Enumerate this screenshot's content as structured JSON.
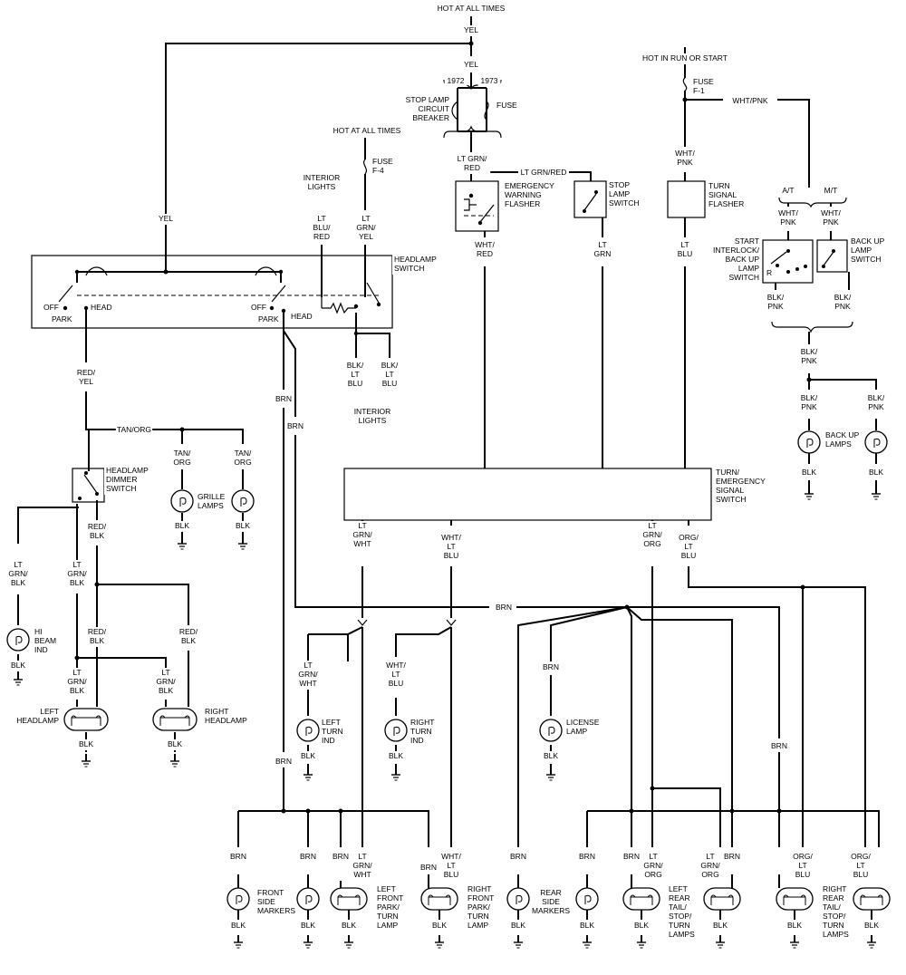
{
  "supply": {
    "hot_at_all_times": "HOT AT ALL TIMES",
    "hot_at_all_times_2": "HOT AT ALL TIMES",
    "hot_in_run_or_start": "HOT IN RUN OR START",
    "yel_1": "YEL",
    "yel_2": "YEL",
    "yel_3": "YEL",
    "year_1972": "1972",
    "year_1973": "1973",
    "stop_lamp_breaker": [
      "STOP LAMP",
      "CIRCUIT",
      "BREAKER"
    ],
    "fuse": "FUSE",
    "fuse_f4": [
      "FUSE",
      "F-4"
    ],
    "fuse_f1": [
      "FUSE",
      "F-1"
    ],
    "wht_pnk_top": "WHT/PNK"
  },
  "components": {
    "headlamp_switch": [
      "HEADLAMP",
      "SWITCH"
    ],
    "interior_lights_top": [
      "INTERIOR",
      "LIGHTS"
    ],
    "interior_lights_bottom": [
      "INTERIOR",
      "LIGHTS"
    ],
    "off_left": "OFF",
    "park_left": "PARK",
    "head_left": "HEAD",
    "off_right": "OFF",
    "park_right": "PARK",
    "head_right": "HEAD",
    "emergency_flasher": [
      "EMERGENCY",
      "WARNING",
      "FLASHER"
    ],
    "stop_lamp_switch": [
      "STOP",
      "LAMP",
      "SWITCH"
    ],
    "turn_signal_flasher": [
      "TURN",
      "SIGNAL",
      "FLASHER"
    ],
    "start_interlock": [
      "START",
      "INTERLOCK/",
      "BACK UP",
      "LAMP",
      "SWITCH"
    ],
    "back_up_lamp_switch": [
      "BACK UP",
      "LAMP",
      "SWITCH"
    ],
    "at": "A/T",
    "mt": "M/T",
    "r": "R",
    "turn_emergency_switch": [
      "TURN/",
      "EMERGENCY",
      "SIGNAL",
      "SWITCH"
    ],
    "headlamp_dimmer": [
      "HEADLAMP",
      "DIMMER",
      "SWITCH"
    ],
    "grille_lamps": [
      "GRILLE",
      "LAMPS"
    ],
    "hi_beam_ind": [
      "HI",
      "BEAM",
      "IND"
    ],
    "left_headlamp": [
      "LEFT",
      "HEADLAMP"
    ],
    "right_headlamp": [
      "RIGHT",
      "HEADLAMP"
    ],
    "back_up_lamps": [
      "BACK UP",
      "LAMPS"
    ],
    "left_turn_ind": [
      "LEFT",
      "TURN",
      "IND"
    ],
    "right_turn_ind": [
      "RIGHT",
      "TURN",
      "IND"
    ],
    "license_lamp": [
      "LICENSE",
      "LAMP"
    ],
    "front_side_markers": [
      "FRONT",
      "SIDE",
      "MARKERS"
    ],
    "left_front_park_turn": [
      "LEFT",
      "FRONT",
      "PARK/",
      "TURN",
      "LAMP"
    ],
    "right_front_park_turn": [
      "RIGHT",
      "FRONT",
      "PARK/",
      "TURN",
      "LAMP"
    ],
    "rear_side_markers": [
      "REAR",
      "SIDE",
      "MARKERS"
    ],
    "left_rear_lamps": [
      "LEFT",
      "REAR",
      "TAIL/",
      "STOP/",
      "TURN",
      "LAMPS"
    ],
    "right_rear_lamps": [
      "RIGHT",
      "REAR",
      "TAIL/",
      "STOP/",
      "TURN",
      "LAMPS"
    ]
  },
  "wires": {
    "lt_grn_red_1": [
      "LT GRN/",
      "RED"
    ],
    "lt_grn_red_2": "LT GRN/RED",
    "wht_red": [
      "WHT/",
      "RED"
    ],
    "lt_grn": [
      "LT",
      "GRN"
    ],
    "wht_pnk": [
      "WHT/",
      "PNK"
    ],
    "lt_blu": [
      "LT",
      "BLU"
    ],
    "wht_pnk_at": [
      "WHT/",
      "PNK"
    ],
    "wht_pnk_mt": [
      "WHT/",
      "PNK"
    ],
    "blk_pnk_1": [
      "BLK/",
      "PNK"
    ],
    "blk_pnk_2": [
      "BLK/",
      "PNK"
    ],
    "blk_pnk_3": [
      "BLK/",
      "PNK"
    ],
    "blk_pnk_4": [
      "BLK/",
      "PNK"
    ],
    "blk_pnk_5": [
      "BLK/",
      "PNK"
    ],
    "lt_blu_red": [
      "LT",
      "BLU/",
      "RED"
    ],
    "lt_grn_yel": [
      "LT",
      "GRN/",
      "YEL"
    ],
    "blk_lt_blu_1": [
      "BLK/",
      "LT",
      "BLU"
    ],
    "blk_lt_blu_2": [
      "BLK/",
      "LT",
      "BLU"
    ],
    "red_yel": [
      "RED/",
      "YEL"
    ],
    "tan_org_h": "TAN/ORG",
    "tan_org_1": [
      "TAN/",
      "ORG"
    ],
    "tan_org_2": [
      "TAN/",
      "ORG"
    ],
    "red_blk_1": [
      "RED/",
      "BLK"
    ],
    "red_blk_2": [
      "RED/",
      "BLK"
    ],
    "red_blk_3": [
      "RED/",
      "BLK"
    ],
    "lt_grn_blk_1": [
      "LT",
      "GRN/",
      "BLK"
    ],
    "lt_grn_blk_2": [
      "LT",
      "GRN/",
      "BLK"
    ],
    "lt_grn_blk_3": [
      "LT",
      "GRN/",
      "BLK"
    ],
    "lt_grn_blk_4": [
      "LT",
      "GRN/",
      "BLK"
    ],
    "brn_1": "BRN",
    "brn_2": "BRN",
    "brn_3": "BRN",
    "brn_4": "BRN",
    "brn_5": "BRN",
    "brn_6": "BRN",
    "brn_7": "BRN",
    "brn_8": "BRN",
    "brn_9": "BRN",
    "brn_10": "BRN",
    "brn_11": "BRN",
    "brn_12": "BRN",
    "brn_13": "BRN",
    "brn_14": "BRN",
    "lt_grn_wht_1": [
      "LT",
      "GRN/",
      "WHT"
    ],
    "lt_grn_wht_2": [
      "LT",
      "GRN/",
      "WHT"
    ],
    "lt_grn_wht_3": [
      "LT",
      "GRN/",
      "WHT"
    ],
    "wht_lt_blu_1": [
      "WHT/",
      "LT",
      "BLU"
    ],
    "wht_lt_blu_2": [
      "WHT/",
      "LT",
      "BLU"
    ],
    "wht_lt_blu_3": [
      "WHT/",
      "LT",
      "BLU"
    ],
    "lt_grn_org_1": [
      "LT",
      "GRN/",
      "ORG"
    ],
    "lt_grn_org_2": [
      "LT",
      "GRN/",
      "ORG"
    ],
    "lt_grn_org_3": [
      "LT",
      "GRN/",
      "ORG"
    ],
    "org_lt_blu_1": [
      "ORG/",
      "LT",
      "BLU"
    ],
    "org_lt_blu_2": [
      "ORG/",
      "LT",
      "BLU"
    ],
    "org_lt_blu_3": [
      "ORG/",
      "LT",
      "BLU"
    ],
    "blk": "BLK"
  }
}
